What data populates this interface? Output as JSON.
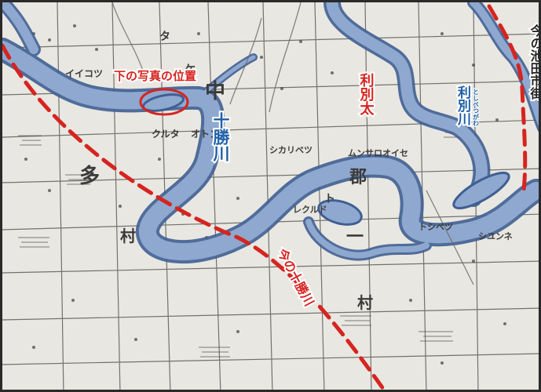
{
  "labels": {
    "photo_position": "下の写真の位置",
    "ikeda_street": "今の池田市街",
    "toshibetsu_futo": "利別太",
    "toshibetsu_river": "利別川",
    "toshibetsu_furigana": "としべつがわ",
    "tokachi_river": "十勝川",
    "current_tokachi": "今の十勝川"
  },
  "old_map_labels": {
    "chu": "中",
    "kai": "郡",
    "ta": "多",
    "mura": "村",
    "mura2": "村",
    "ichi": "一",
    "shikaribetsu": "シカリベツ",
    "mukuowase": "ムンサロオイセ",
    "toshibetsu_kana": "トシベツ",
    "kurata": "クルタ",
    "otonbe": "オトンベ",
    "ikotsu": "イイコツ",
    "shiokawa": "シユンネ",
    "rekko": "レクルド",
    "tai": "タ",
    "to": "ト",
    "ke": "ケ"
  },
  "colors": {
    "river_fill": "#8fa8cf",
    "river_edge": "#3f5f93",
    "annotation_red": "#d62420",
    "annotation_blue": "#1f5fa8",
    "map_paper": "#e9e7e1",
    "grid_line": "#4a4a4a"
  }
}
